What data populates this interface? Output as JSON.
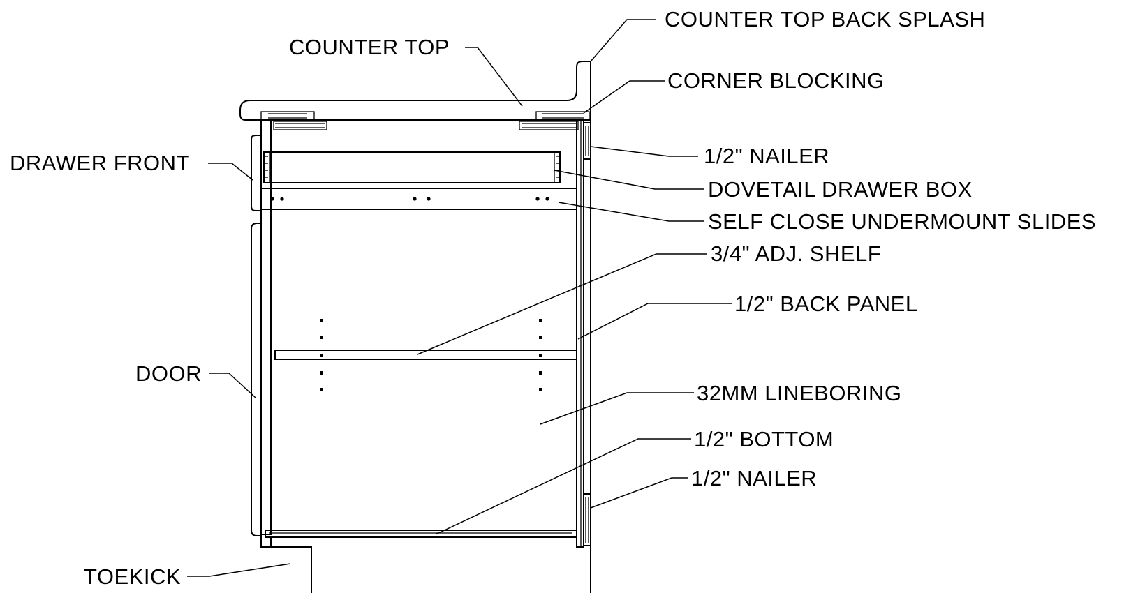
{
  "labels": {
    "counter_top_back_splash": "COUNTER TOP BACK SPLASH",
    "counter_top": "COUNTER TOP",
    "corner_blocking": "CORNER BLOCKING",
    "drawer_front": "DRAWER FRONT",
    "nailer_top": "1/2\" NAILER",
    "dovetail_drawer_box": "DOVETAIL DRAWER BOX",
    "self_close_undermount_slides": "SELF CLOSE UNDERMOUNT SLIDES",
    "adj_shelf": "3/4\" ADJ. SHELF",
    "back_panel": "1/2\" BACK PANEL",
    "door": "DOOR",
    "lineboring": "32MM LINEBORING",
    "bottom": "1/2\" BOTTOM",
    "nailer_bottom": "1/2\" NAILER",
    "toekick": "TOEKICK"
  }
}
